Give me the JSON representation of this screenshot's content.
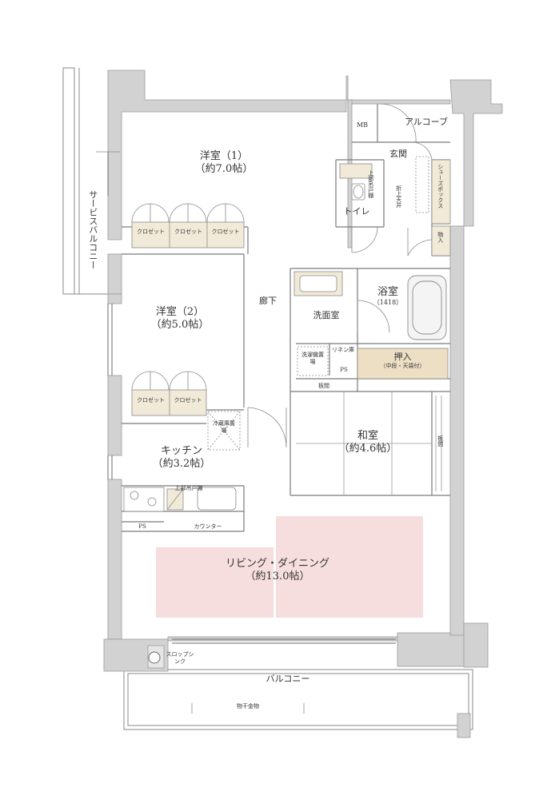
{
  "rooms": {
    "western1": {
      "name": "洋室（1）",
      "size": "（約7.0帖）"
    },
    "western2": {
      "name": "洋室（2）",
      "size": "（約5.0帖）"
    },
    "kitchen": {
      "name": "キッチン",
      "size": "（約3.2帖）"
    },
    "living": {
      "name": "リビング・ダイニング",
      "size": "（約13.0帖）"
    },
    "japanese": {
      "name": "和室",
      "size": "（約4.6帖）"
    },
    "bath": {
      "name": "浴室",
      "size": "（1418）"
    },
    "washroom": {
      "name": "洗面室"
    },
    "toilet": {
      "name": "トイレ"
    },
    "hallway": {
      "name": "廊下"
    },
    "entrance": {
      "name": "玄関"
    },
    "alcove": {
      "name": "アルコーブ"
    },
    "service_balcony": {
      "name": "サービスバルコニー"
    },
    "balcony": {
      "name": "バルコニー"
    }
  },
  "fixtures": {
    "mb": "MB",
    "closet": "クロゼット",
    "shoebox": "シューズボックス",
    "storage": "物入",
    "toilet_cabinet": "上部吊戸棚",
    "folded_ceiling": "折上天井",
    "kitchen_cabinet": "上部吊戸棚",
    "counter": "カウンター",
    "ps": "PS",
    "fridge": "冷蔵庫置場",
    "washer": "洗濯機置場",
    "linen": "リネン庫",
    "oshiire": "押入",
    "oshiire_note": "（中段・天袋付）",
    "itama": "板間",
    "slop_sink": "スロップシンク",
    "drying_rack": "物干金物"
  },
  "colors": {
    "wall": "#d2d2d2",
    "wall_edge": "#8a8a8a",
    "living_area": "#f7dede",
    "cabinet": "#f2ead8",
    "oshiire": "#ecdfc4",
    "line": "#7a7a7a"
  }
}
